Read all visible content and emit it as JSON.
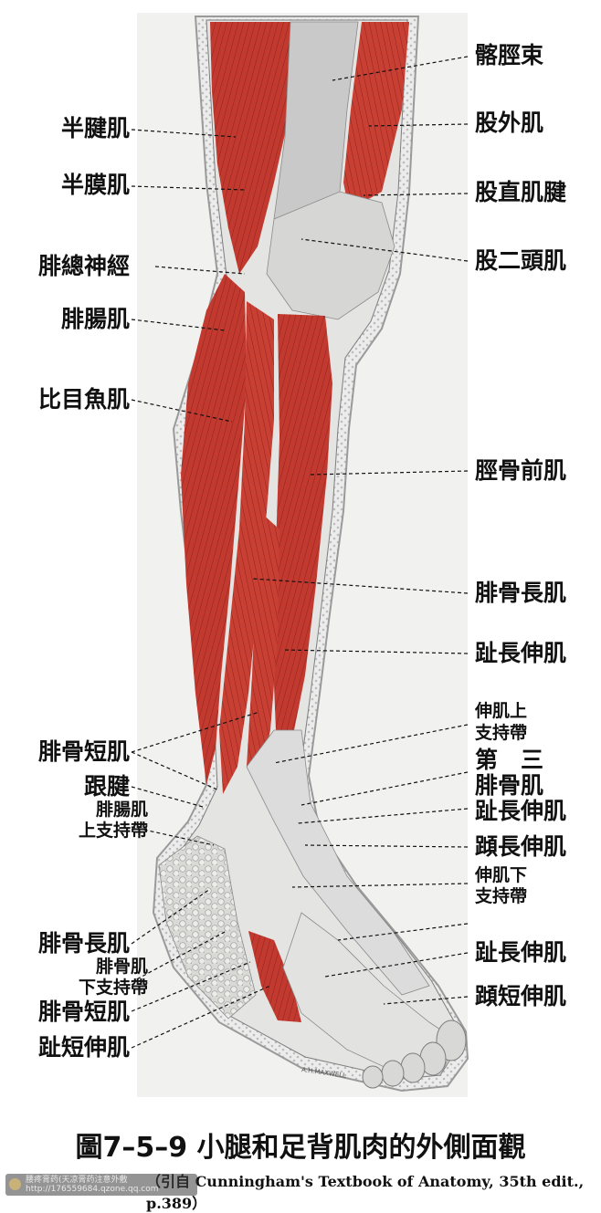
{
  "figure": {
    "caption": "圖7–5–9  小腿和足背肌肉的外側面觀",
    "source": "（引自 Cunningham's Textbook of Anatomy, 35th edit., p.389）",
    "artist_signature": "A.H.MAXWELL",
    "colors": {
      "muscle": "#c23a2f",
      "muscle_dark": "#8f2119",
      "tendon": "#dcdcdc",
      "bone": "#c8c8c8",
      "background_page": "#f1f1ef"
    }
  },
  "labels_left": [
    {
      "id": "semitendinosus",
      "text": "半腱肌"
    },
    {
      "id": "semimembranosus",
      "text": "半膜肌"
    },
    {
      "id": "common-peroneal-nerve",
      "text": "腓總神經"
    },
    {
      "id": "gastrocnemius",
      "text": "腓腸肌"
    },
    {
      "id": "soleus",
      "text": "比目魚肌"
    },
    {
      "id": "peroneus-brevis-upper",
      "text": "腓骨短肌"
    },
    {
      "id": "achilles-tendon",
      "text": "跟腱"
    },
    {
      "id": "gastrocnemius-retinaculum-1",
      "text": "腓腸肌"
    },
    {
      "id": "gastrocnemius-retinaculum-2",
      "text": "上支持帶"
    },
    {
      "id": "peroneus-longus-lower",
      "text": "腓骨長肌"
    },
    {
      "id": "peroneal-inferior-retinaculum-1",
      "text": "腓骨肌"
    },
    {
      "id": "peroneal-inferior-retinaculum-2",
      "text": "下支持帶"
    },
    {
      "id": "peroneus-brevis-lower",
      "text": "腓骨短肌"
    },
    {
      "id": "extensor-digitorum-brevis",
      "text": "趾短伸肌"
    }
  ],
  "labels_right": [
    {
      "id": "iliotibial-tract",
      "text": "髂脛束"
    },
    {
      "id": "vastus-lateralis",
      "text": "股外肌"
    },
    {
      "id": "rectus-femoris-tendon",
      "text": "股直肌腱"
    },
    {
      "id": "biceps-femoris",
      "text": "股二頭肌"
    },
    {
      "id": "tibialis-anterior",
      "text": "脛骨前肌"
    },
    {
      "id": "peroneus-longus",
      "text": "腓骨長肌"
    },
    {
      "id": "extensor-digitorum-longus-upper",
      "text": "趾長伸肌"
    },
    {
      "id": "superior-extensor-retinaculum-1",
      "text": "伸肌上"
    },
    {
      "id": "superior-extensor-retinaculum-2",
      "text": "支持帶"
    },
    {
      "id": "peroneus-tertius-1",
      "text": "第　三"
    },
    {
      "id": "peroneus-tertius-2",
      "text": "腓骨肌"
    },
    {
      "id": "extensor-digitorum-longus-mid",
      "text": "趾長伸肌"
    },
    {
      "id": "extensor-hallucis-longus",
      "text": "蹞長伸肌"
    },
    {
      "id": "inferior-extensor-retinaculum-1",
      "text": "伸肌下"
    },
    {
      "id": "inferior-extensor-retinaculum-2",
      "text": "支持帶"
    },
    {
      "id": "extensor-digitorum-longus-lower",
      "text": "趾長伸肌"
    },
    {
      "id": "extensor-hallucis-brevis",
      "text": "蹞短伸肌"
    }
  ],
  "watermark": {
    "line1": "腰疼膏药(天凉膏药注意外敷",
    "line2": "http://176559684.qzone.qq.com"
  }
}
